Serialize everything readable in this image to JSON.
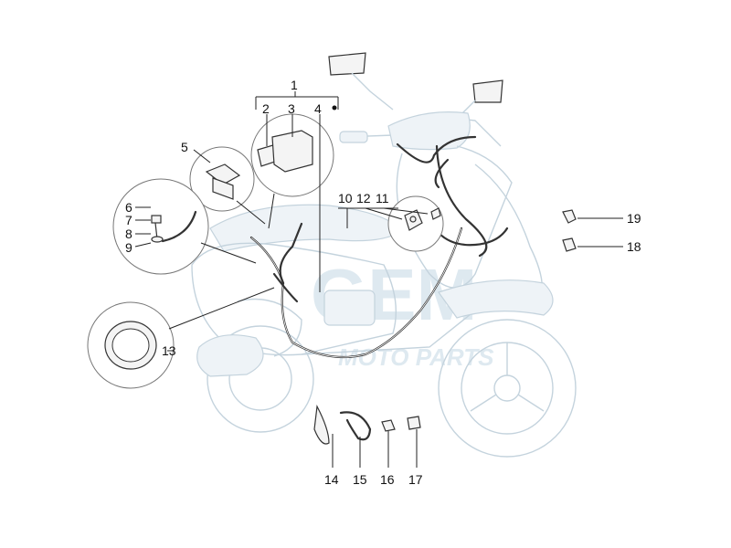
{
  "diagram": {
    "watermark": {
      "brand": "GEM",
      "sub": "MOTO PARTS"
    },
    "labels": {
      "l1": "1",
      "l2": "2",
      "l3": "3",
      "l4": "4",
      "l5": "5",
      "l6": "6",
      "l7": "7",
      "l8": "8",
      "l9": "9",
      "l10": "10",
      "l11": "11",
      "l12": "12",
      "l13": "13",
      "l14": "14",
      "l15": "15",
      "l16": "16",
      "l17": "17",
      "l18": "18",
      "l19": "19"
    }
  }
}
